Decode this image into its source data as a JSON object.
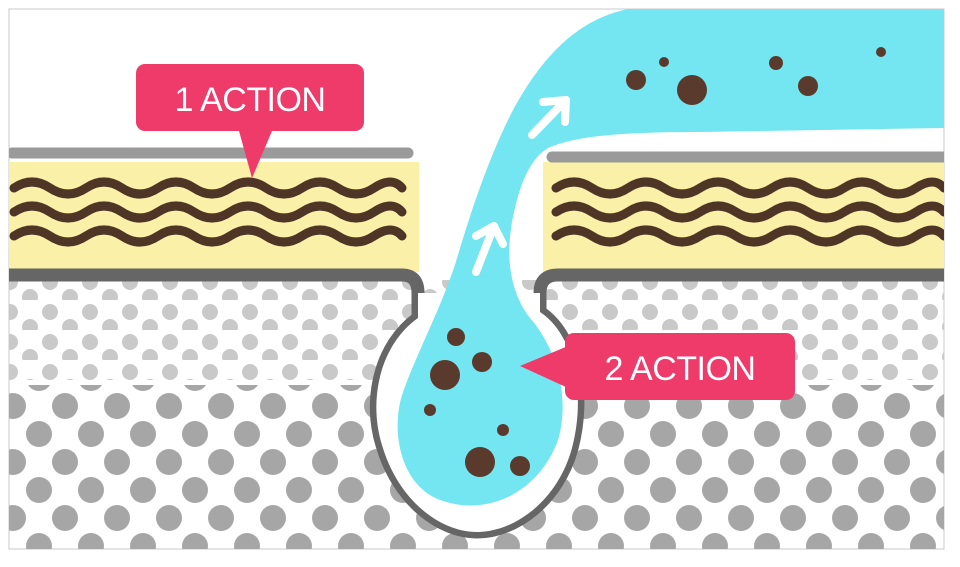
{
  "diagram": {
    "callouts": [
      {
        "id": "callout-1",
        "label": "1 ACTION"
      },
      {
        "id": "callout-2",
        "label": "2 ACTION"
      }
    ],
    "colors": {
      "callout": "#ef3b6a",
      "water": "#74e6f1",
      "dirt": "#5a3a2c",
      "skin_surface": "#fbf0a8",
      "wave": "#4e3525",
      "membrane": "#9a9a9a",
      "follicle_wall": "#666666",
      "dots_light": "#c9c9c9",
      "dots_dark": "#a6a6a6",
      "arrow": "#ffffff"
    },
    "icons": [
      "up-arrow-icon",
      "dirt-particle-icon",
      "wave-icon"
    ]
  }
}
